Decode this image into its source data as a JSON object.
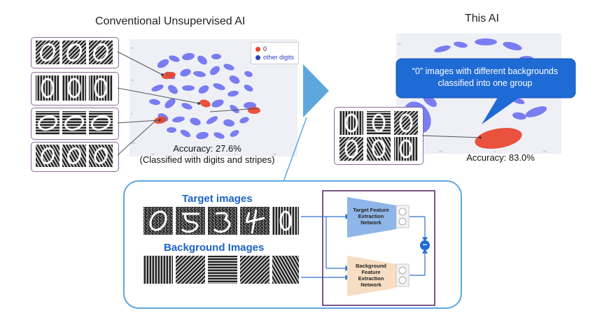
{
  "left": {
    "title": "Conventional Unsupervised AI",
    "accuracy_line1": "Accuracy: 27.6%",
    "accuracy_line2": "(Classified with digits and stripes)",
    "legend": {
      "zero_label": "0",
      "other_label": "other digits"
    }
  },
  "right": {
    "title": "This AI",
    "callout": "“0” images with different backgrounds classified into one group",
    "accuracy": "Accuracy: 83.0%"
  },
  "bottom": {
    "target_label": "Target images",
    "background_label": "Background Images",
    "target_network": "Target Feature Extraction Network",
    "background_network": "Background Feature Extraction Network",
    "operator": "−"
  },
  "colors": {
    "cluster_red": "#e8442d",
    "cluster_blue": "#6f73f0",
    "accent_blue": "#1f6bd6",
    "arrow_blue": "#5ea7dd",
    "frame_purple": "#5a2a72",
    "target_net": "#8fb6e8",
    "background_net": "#f7ddc2"
  }
}
